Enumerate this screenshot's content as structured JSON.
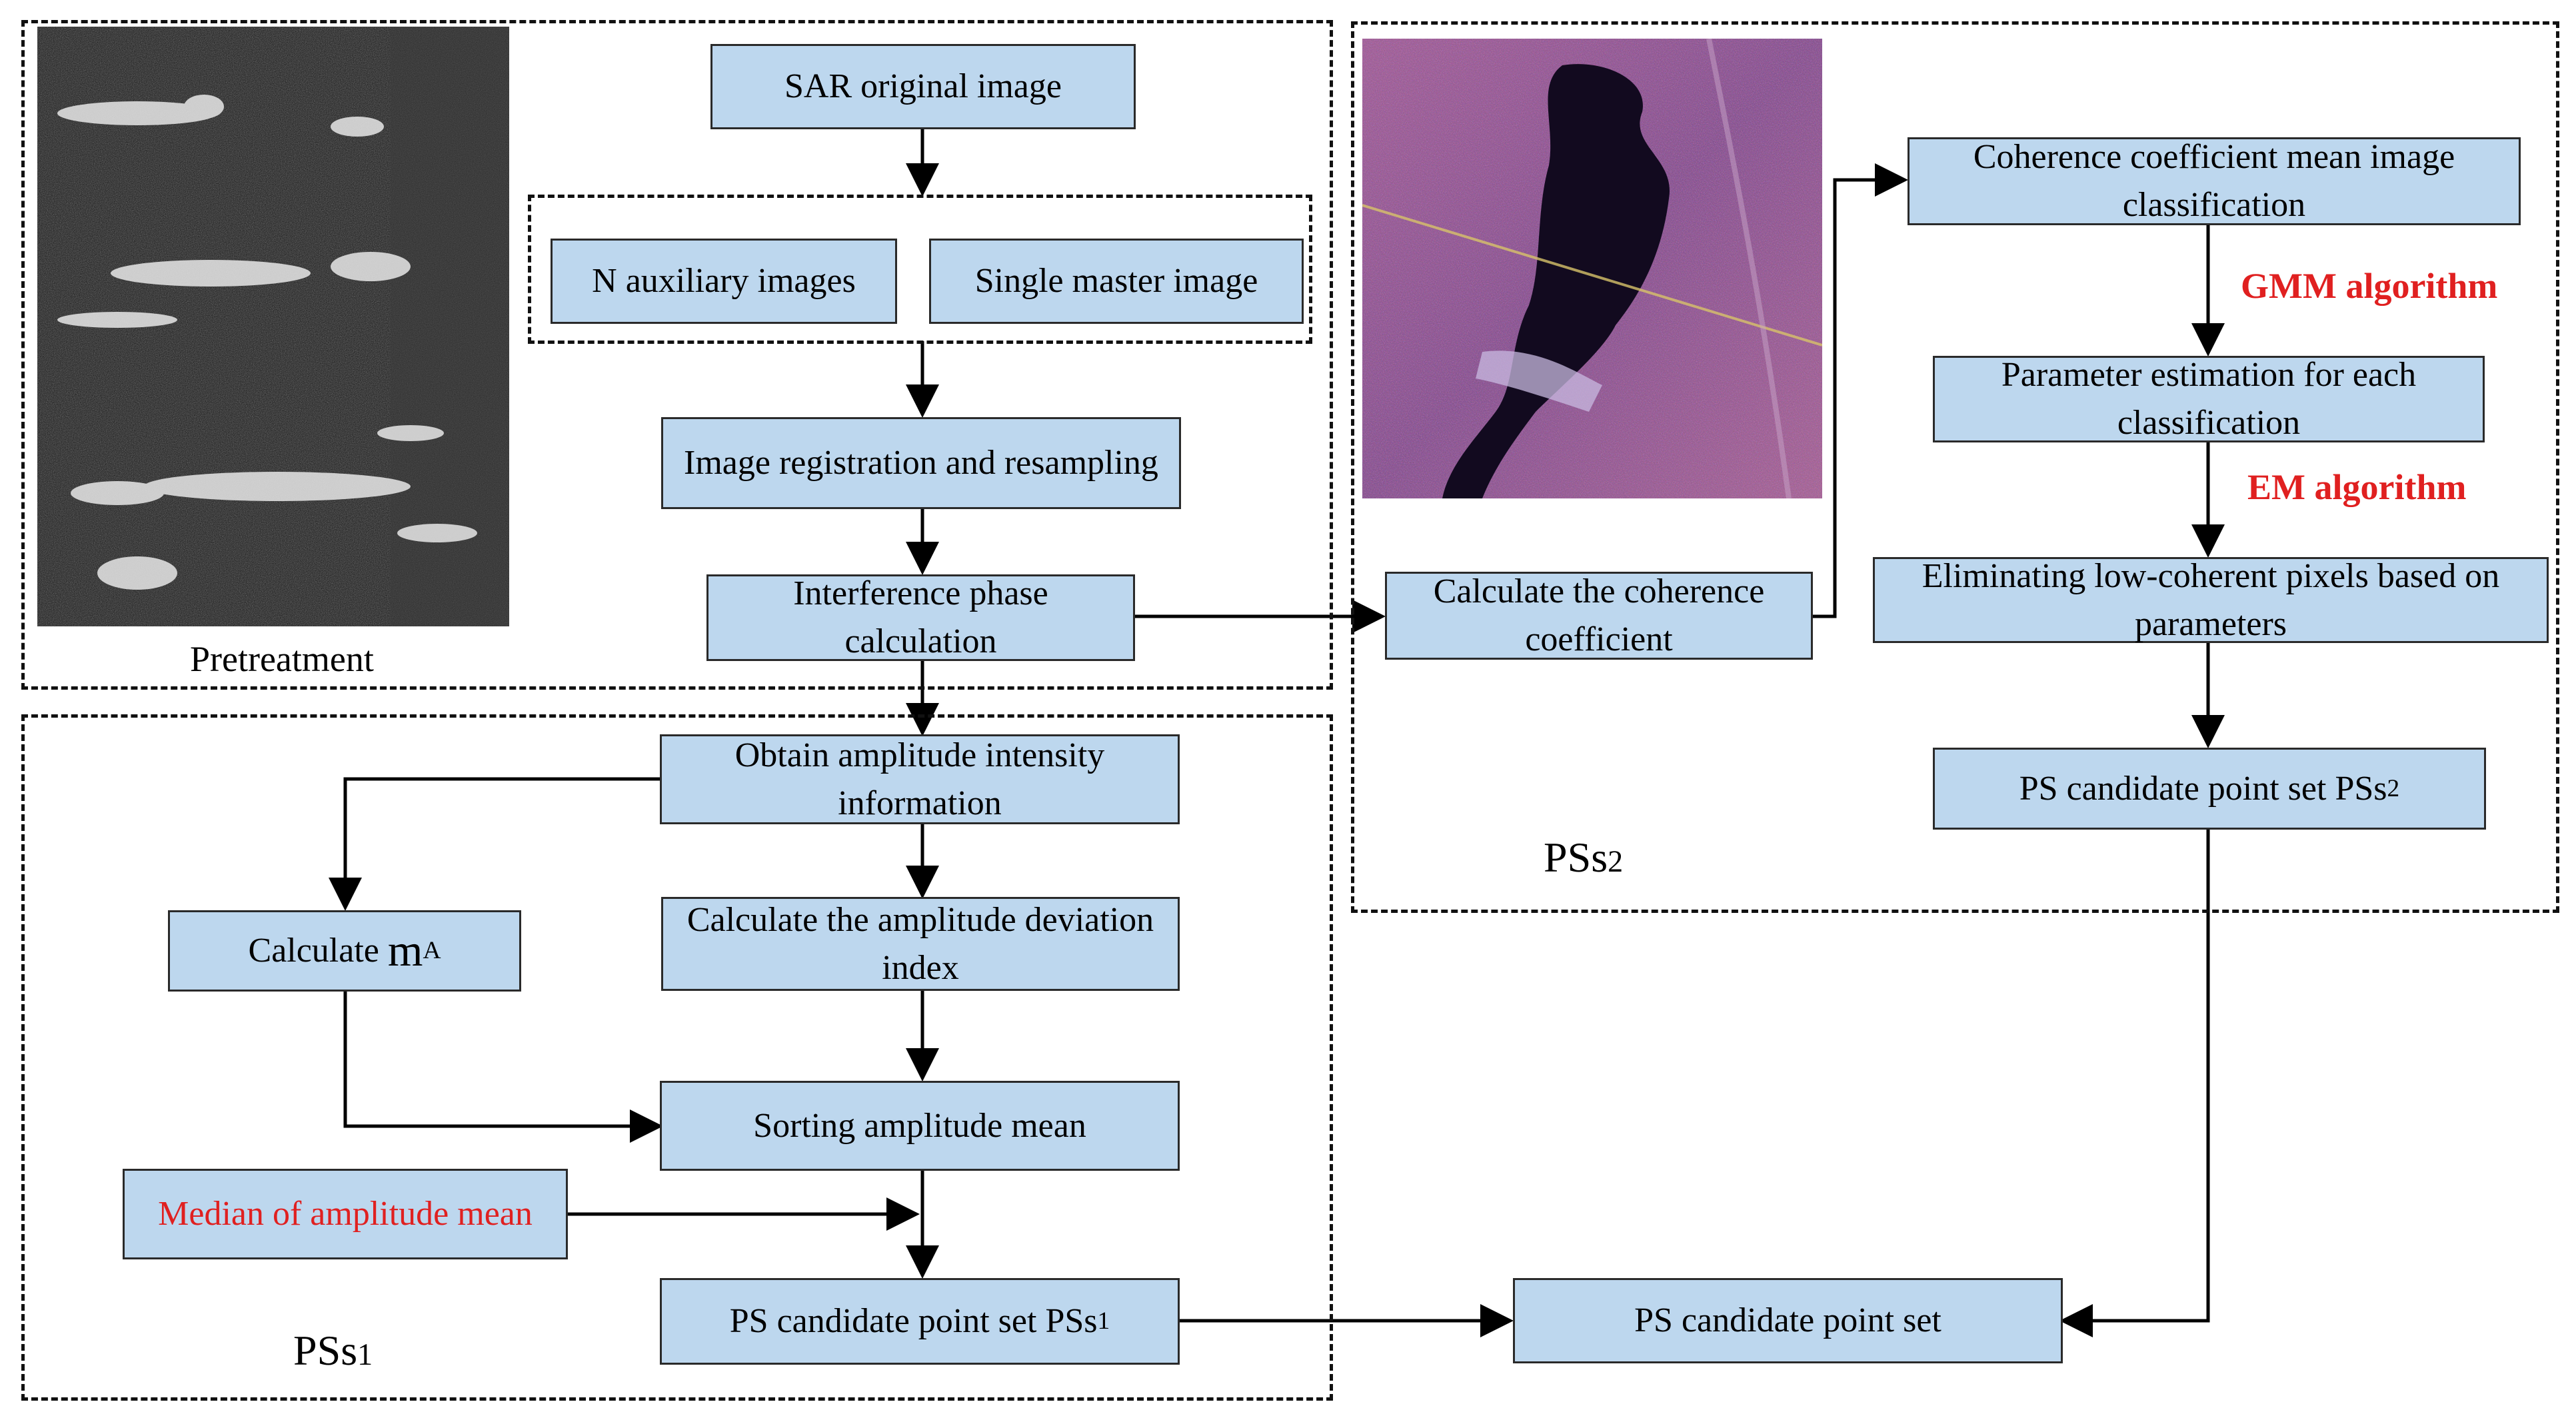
{
  "regions": {
    "pretreatment_label": "Pretreatment",
    "pss1_label": "PSs",
    "pss1_sub": "1",
    "pss2_label": "PSs",
    "pss2_sub": "2"
  },
  "boxes": {
    "sar_original": "SAR original image",
    "n_auxiliary": "N auxiliary images",
    "single_master": "Single master image",
    "registration": "Image registration and resampling",
    "interference": "Interference phase calculation",
    "obtain_amplitude": "Obtain amplitude intensity information",
    "calc_ma": "Calculate ",
    "calc_ma_m": "m",
    "calc_ma_sub": "A",
    "amplitude_deviation": "Calculate the amplitude deviation index",
    "sorting": "Sorting amplitude mean",
    "median": "Median of amplitude mean",
    "pss1": "PS candidate point set PSs",
    "pss1_sub": "1",
    "final": "PS candidate point set",
    "coherence_calc": "Calculate the coherence coefficient",
    "coherence_mean": "Coherence coefficient mean image classification",
    "parameter_est": "Parameter estimation for each classification",
    "eliminating": "Eliminating low-coherent pixels based on parameters",
    "pss2": "PS candidate point set PSs",
    "pss2_sub": "2"
  },
  "algorithms": {
    "gmm": "GMM algorithm",
    "em": "EM algorithm"
  },
  "colors": {
    "box_fill": "#bdd7ee",
    "accent_red": "#e02020"
  }
}
